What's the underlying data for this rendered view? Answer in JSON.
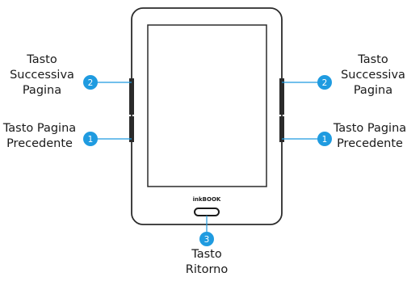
{
  "device": {
    "brand": "inkBOOK"
  },
  "callouts": [
    {
      "number": "2",
      "lines": [
        "Tasto",
        "Successiva",
        "Pagina"
      ]
    },
    {
      "number": "1",
      "lines": [
        "Tasto Pagina",
        "Precedente"
      ]
    },
    {
      "number": "2",
      "lines": [
        "Tasto",
        "Successiva",
        "Pagina"
      ]
    },
    {
      "number": "1",
      "lines": [
        "Tasto Pagina",
        "Precedente"
      ]
    },
    {
      "number": "3",
      "lines": [
        "Tasto",
        "Ritorno"
      ]
    }
  ],
  "colors": {
    "accent": "#1f9be0",
    "outline": "#2b2b2b",
    "text": "#1a1a1a"
  }
}
